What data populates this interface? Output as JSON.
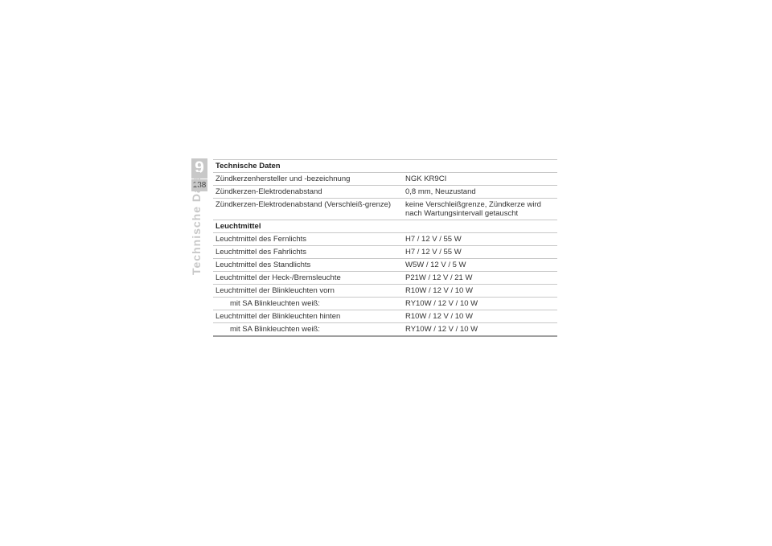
{
  "chapter": {
    "number": "9",
    "page": "138",
    "side_title": "Technische Daten"
  },
  "table": {
    "section_1": "Technische Daten",
    "rows_1": [
      {
        "label": "Zündkerzenhersteller und -bezeichnung",
        "value": "NGK KR9CI"
      },
      {
        "label": "Zündkerzen-Elektrodenabstand",
        "value": "0,8 mm, Neuzustand"
      },
      {
        "label": "Zündkerzen-Elektrodenabstand (Verschleiß-grenze)",
        "value": "keine Verschleißgrenze, Zündkerze wird nach Wartungsintervall getauscht"
      }
    ],
    "section_2": "Leuchtmittel",
    "rows_2": [
      {
        "label": "Leuchtmittel des Fernlichts",
        "value": "H7 / 12 V / 55 W"
      },
      {
        "label": "Leuchtmittel des Fahrlichts",
        "value": "H7 / 12 V / 55 W"
      },
      {
        "label": "Leuchtmittel des Standlichts",
        "value": "W5W / 12 V / 5 W"
      },
      {
        "label": "Leuchtmittel der Heck-/Bremsleuchte",
        "value": "P21W / 12 V / 21 W"
      },
      {
        "label": "Leuchtmittel der Blinkleuchten vorn",
        "value": "R10W / 12 V / 10 W"
      },
      {
        "label": "mit SA Blinkleuchten weiß:",
        "value": "RY10W / 12 V / 10 W"
      },
      {
        "label": "Leuchtmittel der Blinkleuchten hinten",
        "value": "R10W / 12 V / 10 W"
      },
      {
        "label": "mit SA Blinkleuchten weiß:",
        "value": "RY10W / 12 V / 10 W"
      }
    ]
  }
}
